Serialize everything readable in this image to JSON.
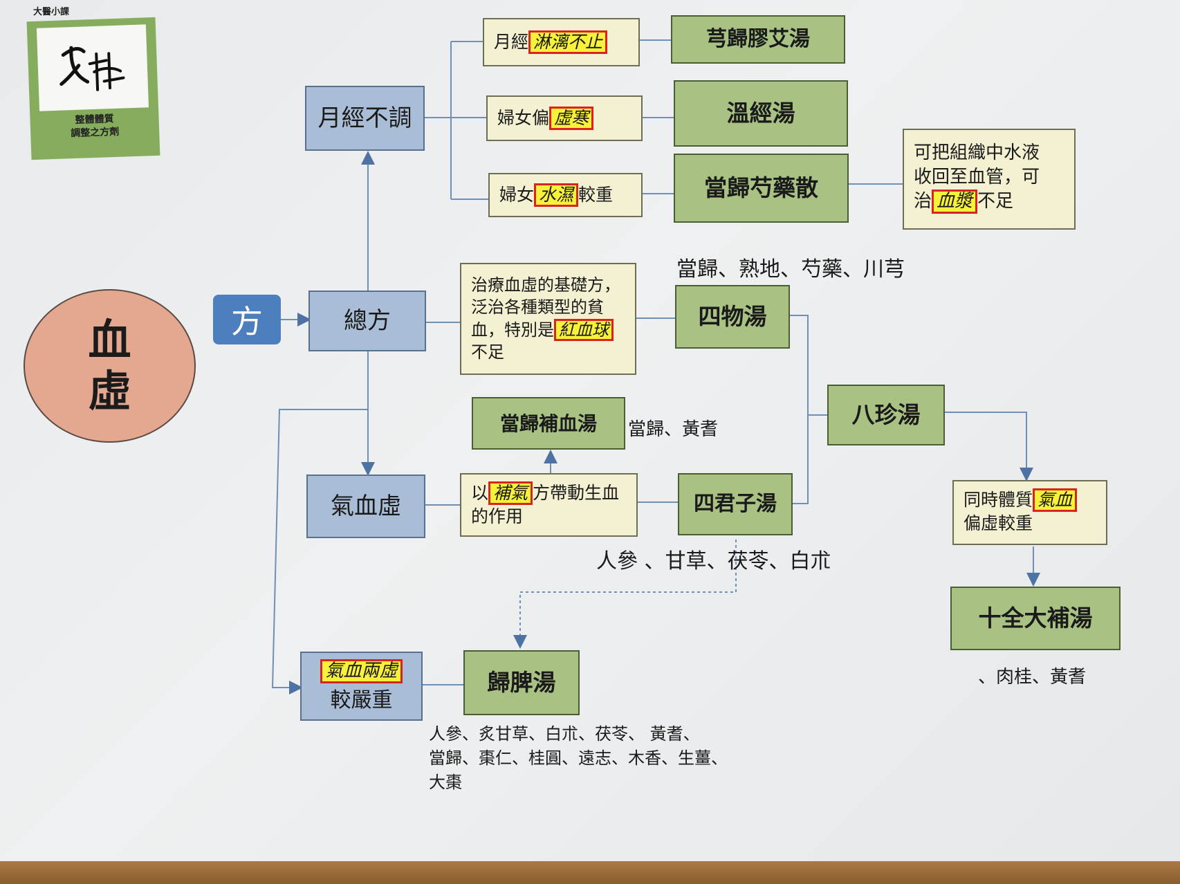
{
  "logo": {
    "tag": "大醫小課",
    "caption_line1": "整體體質",
    "caption_line2": "調整之方劑"
  },
  "circle": {
    "line1": "血",
    "line2": "虛"
  },
  "fang": "方",
  "blue_nodes": {
    "yuejing_butiao": "月經不調",
    "zongfang": "總方",
    "qixuexu": "氣血虛",
    "severe_hl": "氣血兩虛",
    "severe_text": "較嚴重"
  },
  "cream_nodes": {
    "r1_pre": "月經",
    "r1_hl": "淋漓不止",
    "r2_pre": "婦女偏",
    "r2_hl": "虛寒",
    "r3_pre": "婦女",
    "r3_hl": "水濕",
    "r3_post": "較重",
    "sixu_l1": "治療血虛的基礎方，",
    "sixu_l2": "泛治各種類型的貧",
    "sixu_l3a": "血，特別是",
    "sixu_hl": "紅血球",
    "sixu_l4": "不足",
    "water_l1": "可把組織中水液",
    "water_l2": "收回至血管，可",
    "water_l3a": "治",
    "water_hl": "血漿",
    "water_l3b": "不足",
    "buqi_a": "以",
    "buqi_hl": "補氣",
    "buqi_b": "方帶動生血",
    "buqi_l2": "的作用",
    "tongshi_a": "同時體質",
    "tongshi_hl": "氣血",
    "tongshi_l2": "偏虛較重"
  },
  "formulas": {
    "xiongguijiaoai": "芎歸膠艾湯",
    "wenjing": "溫經湯",
    "danggui_shaoyao": "當歸芍藥散",
    "siwu": "四物湯",
    "danggui_buxue": "當歸補血湯",
    "bazhen": "八珍湯",
    "sijunzi": "四君子湯",
    "shiquan": "十全大補湯",
    "guipi": "歸脾湯"
  },
  "ingredients": {
    "siwu": "當歸、熟地、芍藥、川芎",
    "danggui_buxue": "當歸、黃耆",
    "sijunzi": "人參 、甘草、茯苓、白朮",
    "shiquan": "、肉桂、黃耆",
    "guipi_l1": "人參、炙甘草、白朮、茯苓、 黃耆、",
    "guipi_l2": "當歸、棗仁、桂圓、遠志、木香、生薑、",
    "guipi_l3": "大棗"
  }
}
